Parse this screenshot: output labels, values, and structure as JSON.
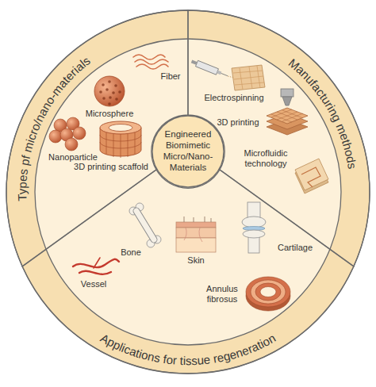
{
  "diagram": {
    "nodes": [
      {
        "text": [
          "Engineered Biomimetic Micro/Nano-Materials"
        ]
      },
      {
        "text": [
          "Types pf micro/nano-materials",
          "Fiber",
          "Microsphere",
          "Nanoparticle",
          "3D printing scaffold"
        ]
      },
      {
        "text": [
          "Manufacturing methods",
          "Electrospinning",
          "3D printing",
          "Microfluidic technology"
        ]
      },
      {
        "text": [
          "Applications for tissue regeneration",
          "Bone",
          "Skin",
          "Cartilage",
          "Vessel",
          "Annulus fibrosus"
        ]
      }
    ]
  }
}
